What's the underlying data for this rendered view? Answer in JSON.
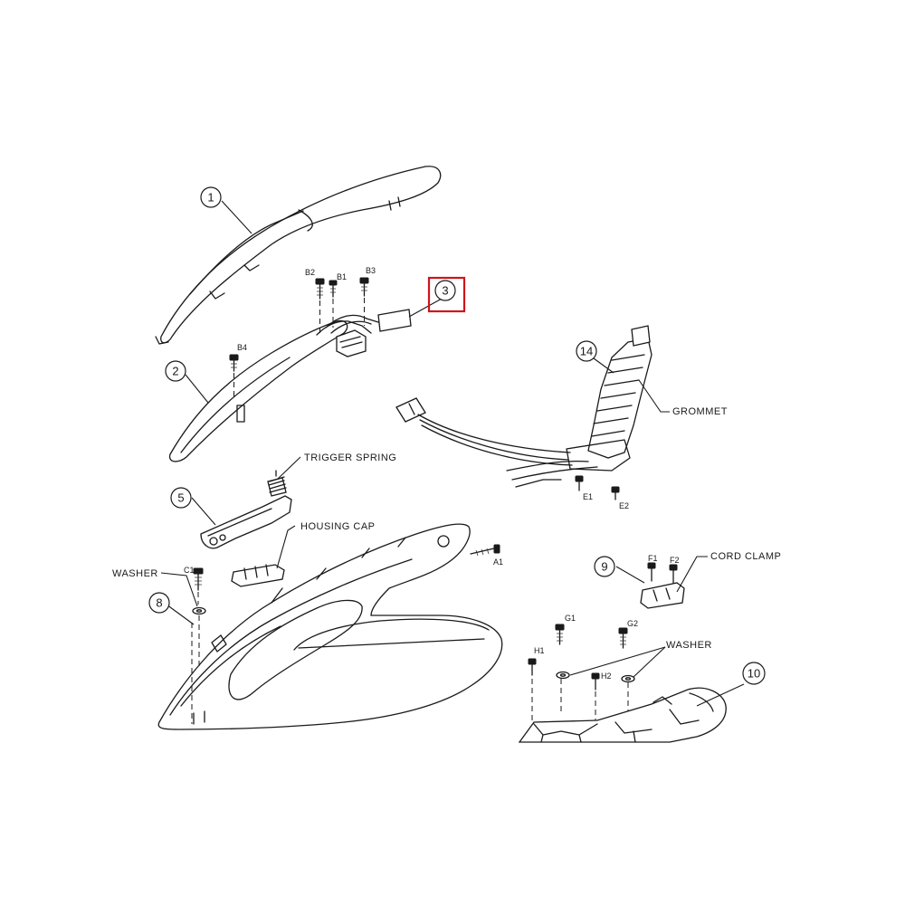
{
  "callouts": {
    "c1": "1",
    "c2": "2",
    "c3": "3",
    "c5": "5",
    "c8": "8",
    "c9": "9",
    "c10": "10",
    "c14": "14"
  },
  "labels": {
    "trigger_spring": "TRIGGER SPRING",
    "housing_cap": "HOUSING CAP",
    "washer_left": "WASHER",
    "washer_right": "WASHER",
    "grommet": "GROMMET",
    "cord_clamp": "CORD CLAMP"
  },
  "screw_tags": {
    "b2": "B2",
    "b1": "B1",
    "b3": "B3",
    "b4": "B4",
    "c1": "C1",
    "a1": "A1",
    "e1": "E1",
    "e2": "E2",
    "f1": "F1",
    "f2": "F2",
    "g1": "G1",
    "g2": "G2",
    "h1": "H1",
    "h2": "H2"
  },
  "colors": {
    "line": "#1a1a1a",
    "highlight": "#d0141b"
  }
}
